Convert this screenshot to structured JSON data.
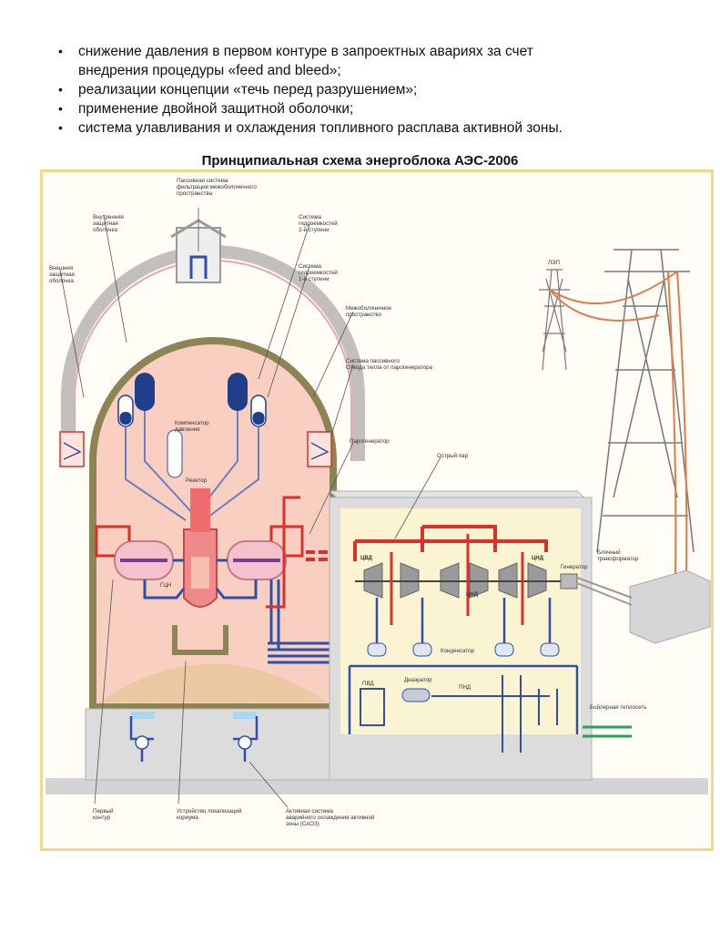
{
  "bullets": [
    "снижение давления в первом контуре в запроектных авариях за счет",
    "внедрения процедуры «feed and bleed»;",
    "реализации концепции «течь перед разрушением»;",
    "применение двойной защитной оболочки;",
    "система улавливания и охлаждения топливного расплава активной зоны."
  ],
  "title": "Принципиальная схема энергоблока АЭС-2006",
  "labels": {
    "passive_filter": [
      "Пассивная система",
      "фильтрации межоболочечного",
      "пространства"
    ],
    "inner_shell": [
      "Внутренняя",
      "защитная",
      "оболочка"
    ],
    "outer_shell": [
      "Внешняя",
      "защитная",
      "оболочка"
    ],
    "hydro2": [
      "Система",
      "гидроемкостей",
      "2-й ступени"
    ],
    "hydro1": [
      "Система",
      "гидроемкостей",
      "1-й ступени"
    ],
    "interspace": [
      "Межоболочечное",
      "пространство"
    ],
    "passive_heat": [
      "Система пассивного",
      "Отвода тепла от парогенератора"
    ],
    "pressurizer": [
      "Компенсатор",
      "давления"
    ],
    "reactor": "Реактор",
    "steam_gen": "Парогенератор",
    "live_steam": "Острый пар",
    "gcn": "ГЦН",
    "cvd_left": "ЦВД",
    "cnd_right": "ЦНД",
    "cnd_mid": "ЦНД",
    "generator": "Генератор",
    "condenser": "Конденсатор",
    "pvd": "ПВД",
    "deaerator": "Деаэратор",
    "pnd": "ПНД",
    "lep": "ЛЭП",
    "block_transformer": [
      "Блочный",
      "трансформатор"
    ],
    "boiler_heat": "Бойлерная теплосеть",
    "first_loop": [
      "Первый",
      "контур"
    ],
    "melt_trap": [
      "Устройство локализаций",
      "кориума"
    ],
    "active_cooling": [
      "Активная система",
      "аварийного охлаждения активной",
      "зоны (САОЗ)"
    ]
  },
  "colors": {
    "frame": "#f2d98a",
    "dome_fill": "#f8cfc0",
    "inner_shell": "#8c8455",
    "outer_shell": "#b9b7b5",
    "hot_pipe": "#d9312b",
    "cold_pipe": "#2f4fa8",
    "building": "#d6d6d6",
    "turbine_hall": "#fbf4d2"
  }
}
